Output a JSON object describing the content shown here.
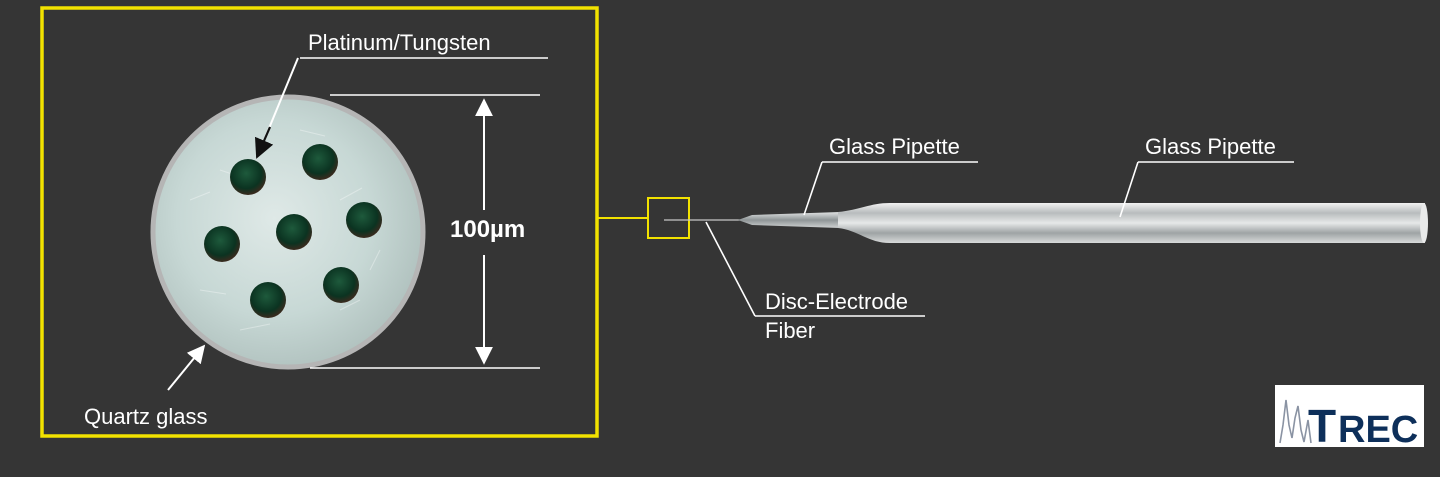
{
  "labels": {
    "platinum_tungsten": "Platinum/Tungsten",
    "quartz_glass": "Quartz glass",
    "diameter": "100µm",
    "glass_pipette_left": "Glass Pipette",
    "glass_pipette_right": "Glass Pipette",
    "disc_electrode_line1": "Disc-Electrode",
    "disc_electrode_line2": "Fiber"
  },
  "logo": {
    "text": "TREC",
    "letter_t": "T",
    "letters_rec": "REC"
  },
  "colors": {
    "background": "#353535",
    "highlight_box": "#f2e200",
    "lines": "#ffffff",
    "fiber_cores": "#0e3a24",
    "glass_face": "#c9d9d6",
    "logo_blue": "#0d2f5a"
  }
}
